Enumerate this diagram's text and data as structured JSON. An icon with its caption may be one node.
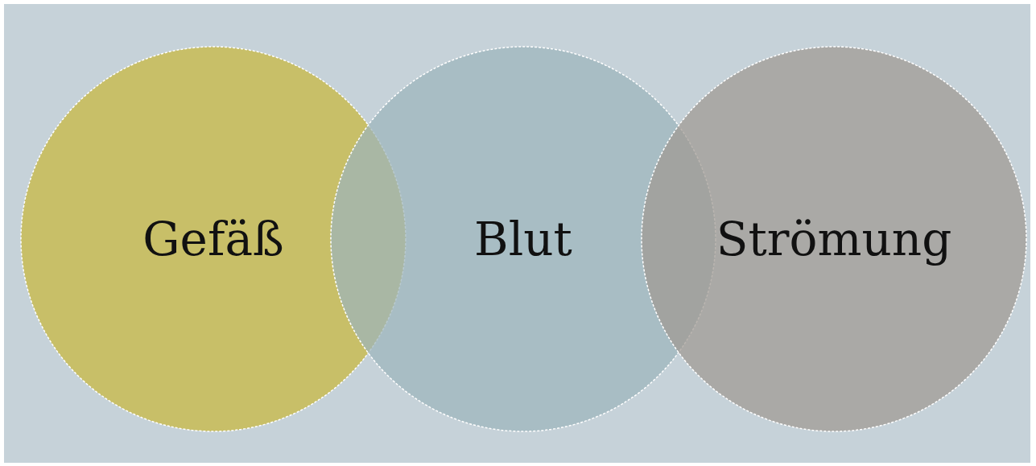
{
  "diagram": {
    "nodes": [
      {
        "text": [
          "Gefäß"
        ]
      },
      {
        "text": [
          "Blut"
        ]
      },
      {
        "text": [
          "Strömung"
        ]
      }
    ]
  }
}
